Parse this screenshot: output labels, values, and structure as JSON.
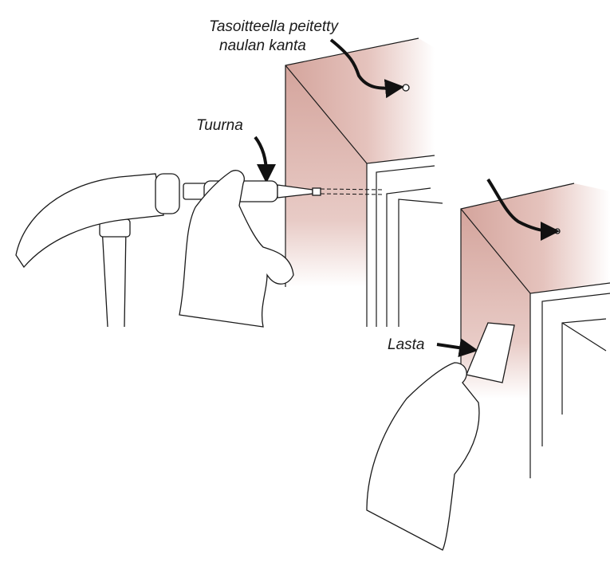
{
  "labels": {
    "nail_head_line1": "Tasoitteella peitetty",
    "nail_head_line2": "naulan kanta",
    "nail_set": "Tuurna",
    "putty_knife": "Lasta"
  },
  "colors": {
    "casing": "#d4a49c",
    "ink": "#1a1a1a"
  }
}
